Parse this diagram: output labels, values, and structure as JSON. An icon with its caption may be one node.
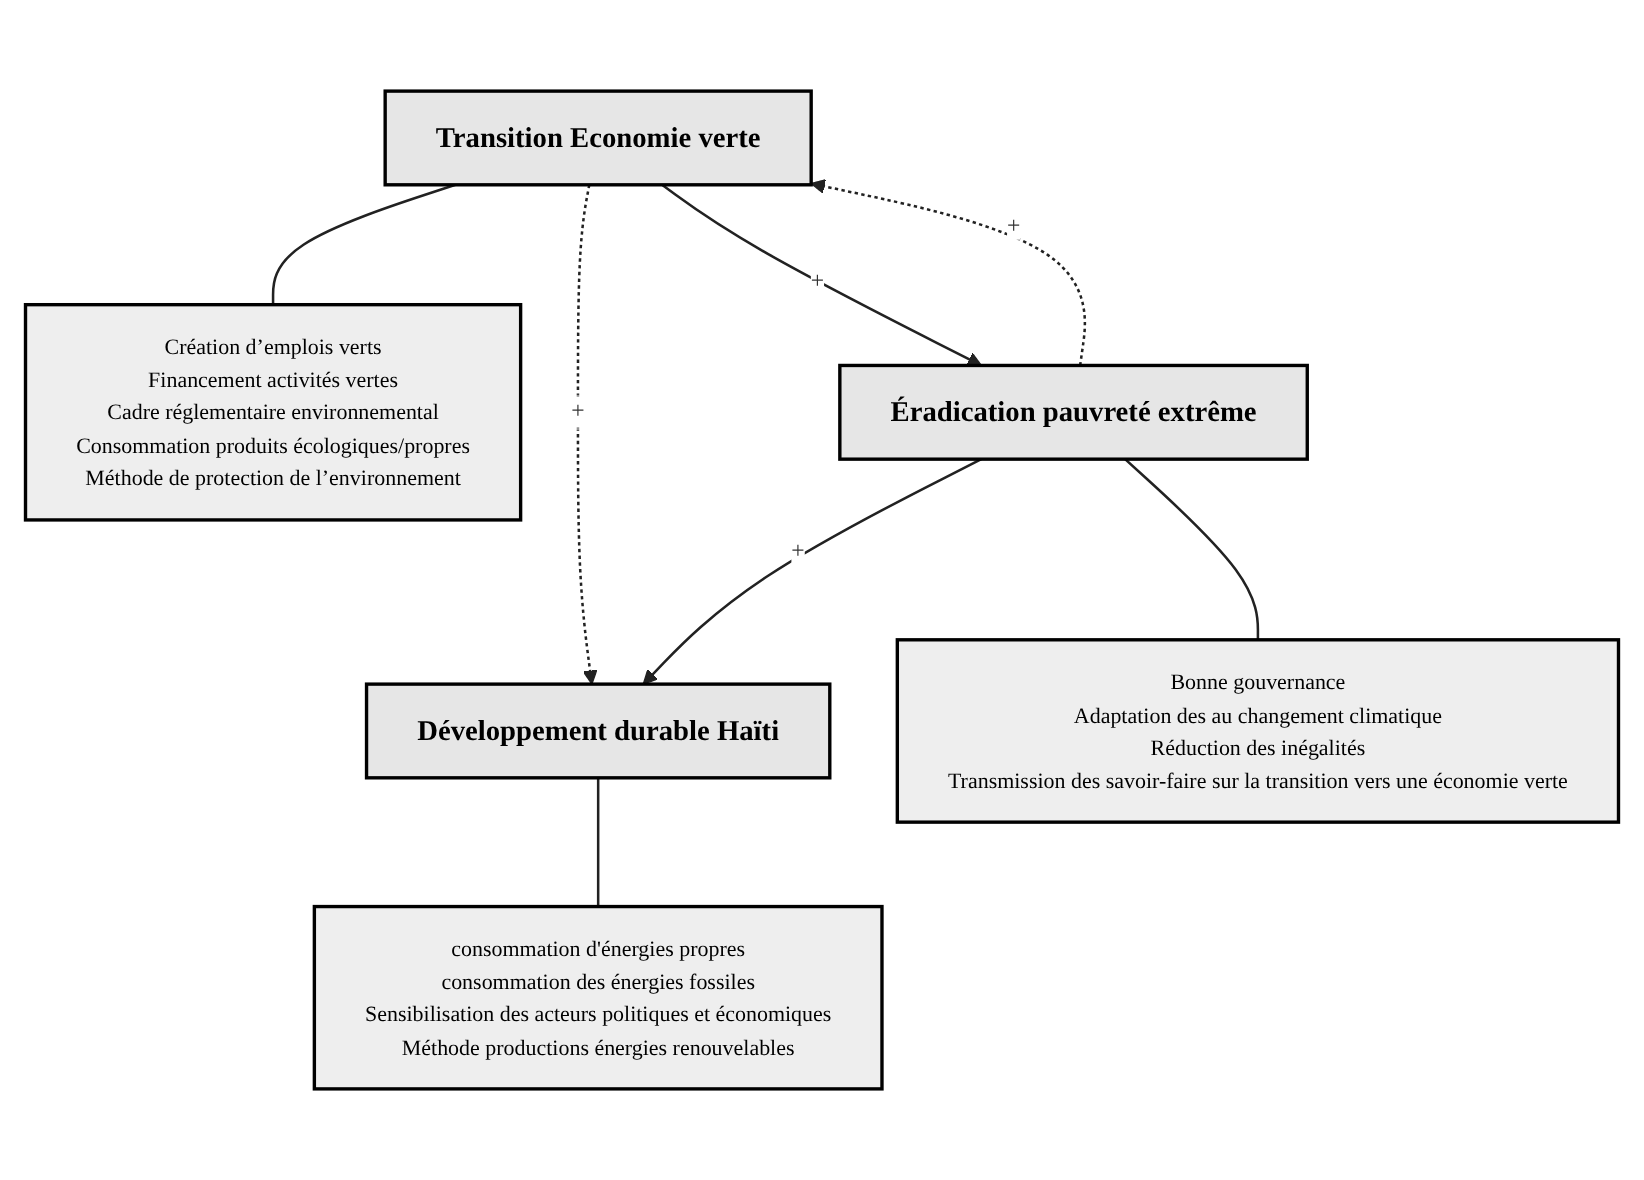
{
  "diagram": {
    "nodes": [
      {
        "text": [
          "Transition Economie verte"
        ]
      },
      {
        "text": [
          "Création d’emplois verts",
          "Financement activités vertes",
          "Cadre réglementaire environnemental",
          "Consommation produits écologiques/propres",
          "Méthode de protection de l’environnement"
        ]
      },
      {
        "text": [
          "Éradication pauvreté extrême"
        ]
      },
      {
        "text": [
          "Développement durable Haïti"
        ]
      },
      {
        "text": [
          "consommation d'énergies propres",
          "consommation des énergies fossiles",
          "Sensibilisation des acteurs politiques et économiques",
          "Méthode productions énergies renouvelables"
        ]
      },
      {
        "text": [
          "Bonne gouvernance",
          "Adaptation des au changement climatique",
          "Réduction des inégalités",
          "Transmission des savoir-faire sur la transition vers une économie verte"
        ]
      }
    ],
    "edges": [
      {
        "from": 0,
        "to": 2,
        "arrow": "to",
        "label": "+"
      },
      {
        "from": 2,
        "to": 0,
        "arrow": "to",
        "style": "dashed",
        "label": "+"
      },
      {
        "from": 0,
        "to": 1,
        "arrow": "none"
      },
      {
        "from": 0,
        "to": 3,
        "arrow": "to",
        "style": "dashed",
        "label": "+"
      },
      {
        "from": 2,
        "to": 3,
        "arrow": "to",
        "label": "+"
      },
      {
        "from": 3,
        "to": 4,
        "arrow": "none"
      },
      {
        "from": 2,
        "to": 5,
        "arrow": "none"
      }
    ]
  }
}
